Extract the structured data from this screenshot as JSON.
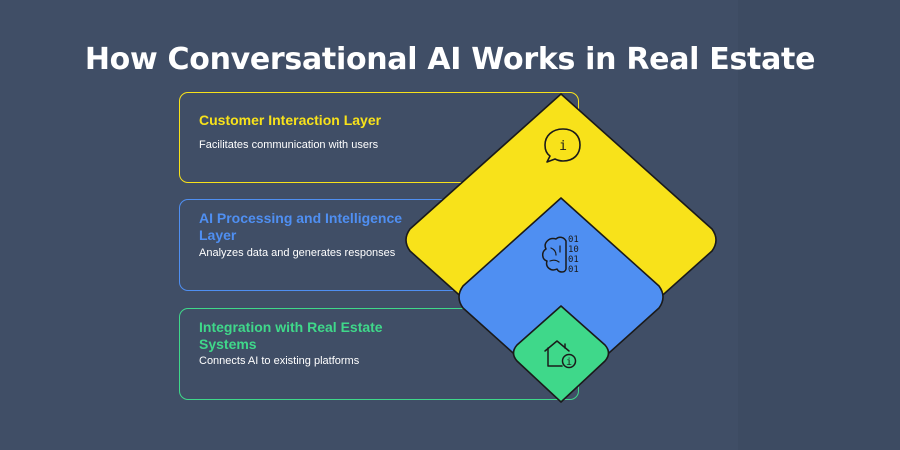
{
  "title": "How Conversational AI Works in Real Estate",
  "layers": [
    {
      "title": "Customer Interaction Layer",
      "description": "Facilitates communication with users",
      "color": "#f8e21a",
      "icon": "speech-bubble-info-icon"
    },
    {
      "title": "AI Processing and Intelligence Layer",
      "description": "Analyzes data and generates responses",
      "color": "#4f8ff2",
      "icon": "brain-binary-icon"
    },
    {
      "title": "Integration with Real Estate Systems",
      "description": "Connects AI to existing platforms",
      "color": "#3fd88a",
      "icon": "house-info-icon"
    }
  ],
  "binary_glyphs": [
    "01",
    "10",
    "01",
    "01"
  ],
  "info_glyph": "i"
}
